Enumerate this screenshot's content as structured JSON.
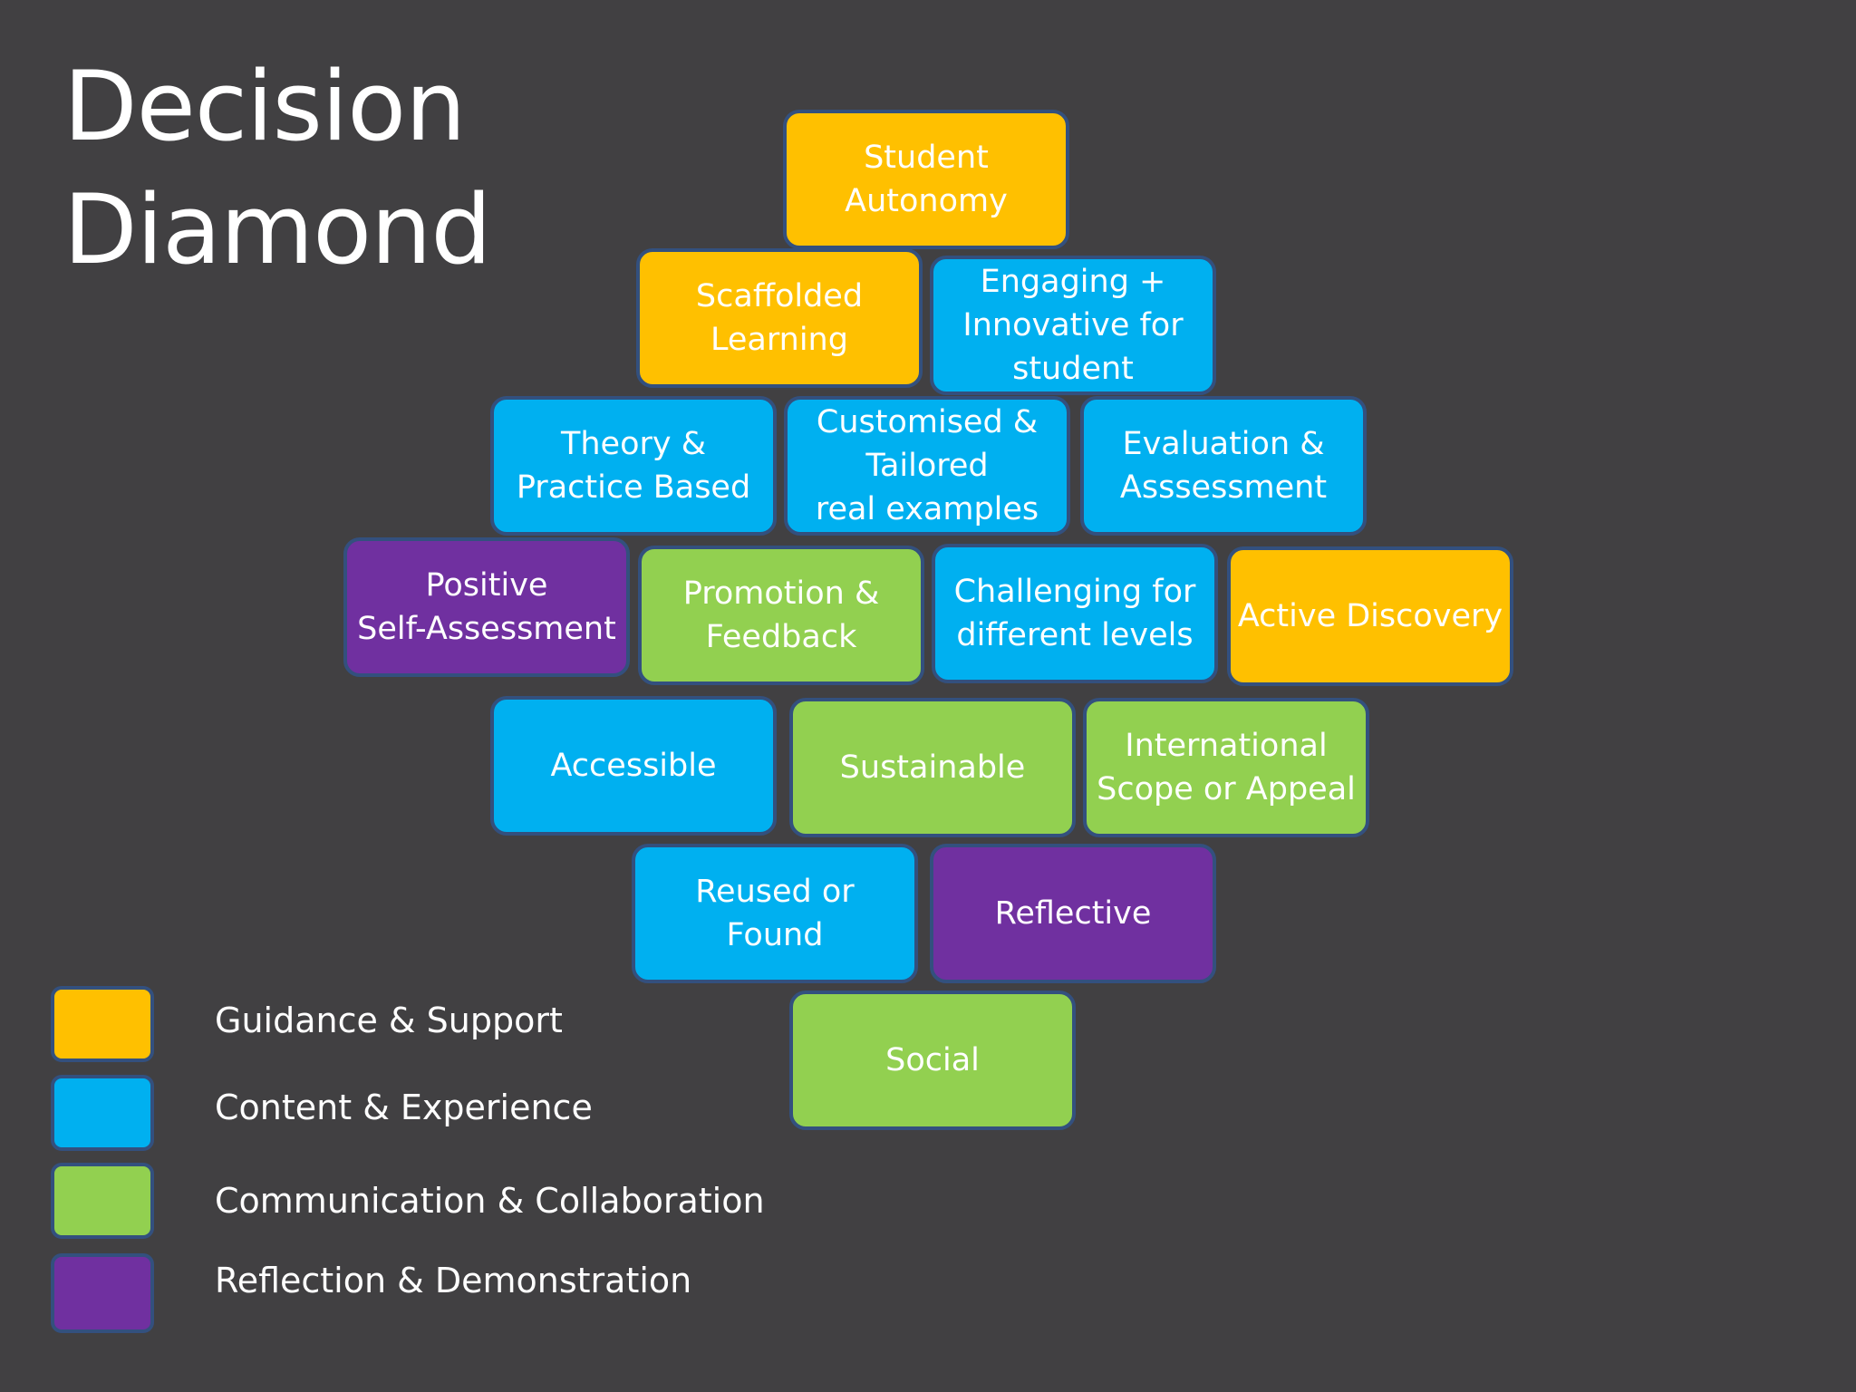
{
  "title": {
    "line1": "Decision",
    "line2": "Diamond"
  },
  "colors": {
    "guidance": "#ffc000",
    "content": "#00b0f0",
    "communication": "#92d050",
    "reflection": "#7030a0",
    "border": "#33507e",
    "background": "#414042"
  },
  "tiles": [
    {
      "label": "Student\nAutonomy",
      "category": "guidance"
    },
    {
      "label": "Scaffolded\nLearning",
      "category": "guidance"
    },
    {
      "label": "Engaging +\nInnovative for\nstudent",
      "category": "content"
    },
    {
      "label": "Theory &\nPractice Based",
      "category": "content"
    },
    {
      "label": "Customised &\nTailored\n real examples",
      "category": "content"
    },
    {
      "label": "Evaluation &\nAsssessment",
      "category": "content"
    },
    {
      "label": "Positive\nSelf-Assessment",
      "category": "reflection"
    },
    {
      "label": "Promotion &\nFeedback",
      "category": "communication"
    },
    {
      "label": "Challenging for\ndifferent levels",
      "category": "content"
    },
    {
      "label": "Active Discovery",
      "category": "guidance"
    },
    {
      "label": "Accessible",
      "category": "content"
    },
    {
      "label": "Sustainable",
      "category": "communication"
    },
    {
      "label": "International\nScope or Appeal",
      "category": "communication"
    },
    {
      "label": "Reused or\nFound",
      "category": "content"
    },
    {
      "label": "Reflective",
      "category": "reflection"
    },
    {
      "label": "Social",
      "category": "communication"
    }
  ],
  "legend": [
    {
      "label": "Guidance & Support",
      "category": "guidance"
    },
    {
      "label": "Content & Experience",
      "category": "content"
    },
    {
      "label": "Communication & Collaboration",
      "category": "communication"
    },
    {
      "label": "Reflection & Demonstration",
      "category": "reflection"
    }
  ]
}
